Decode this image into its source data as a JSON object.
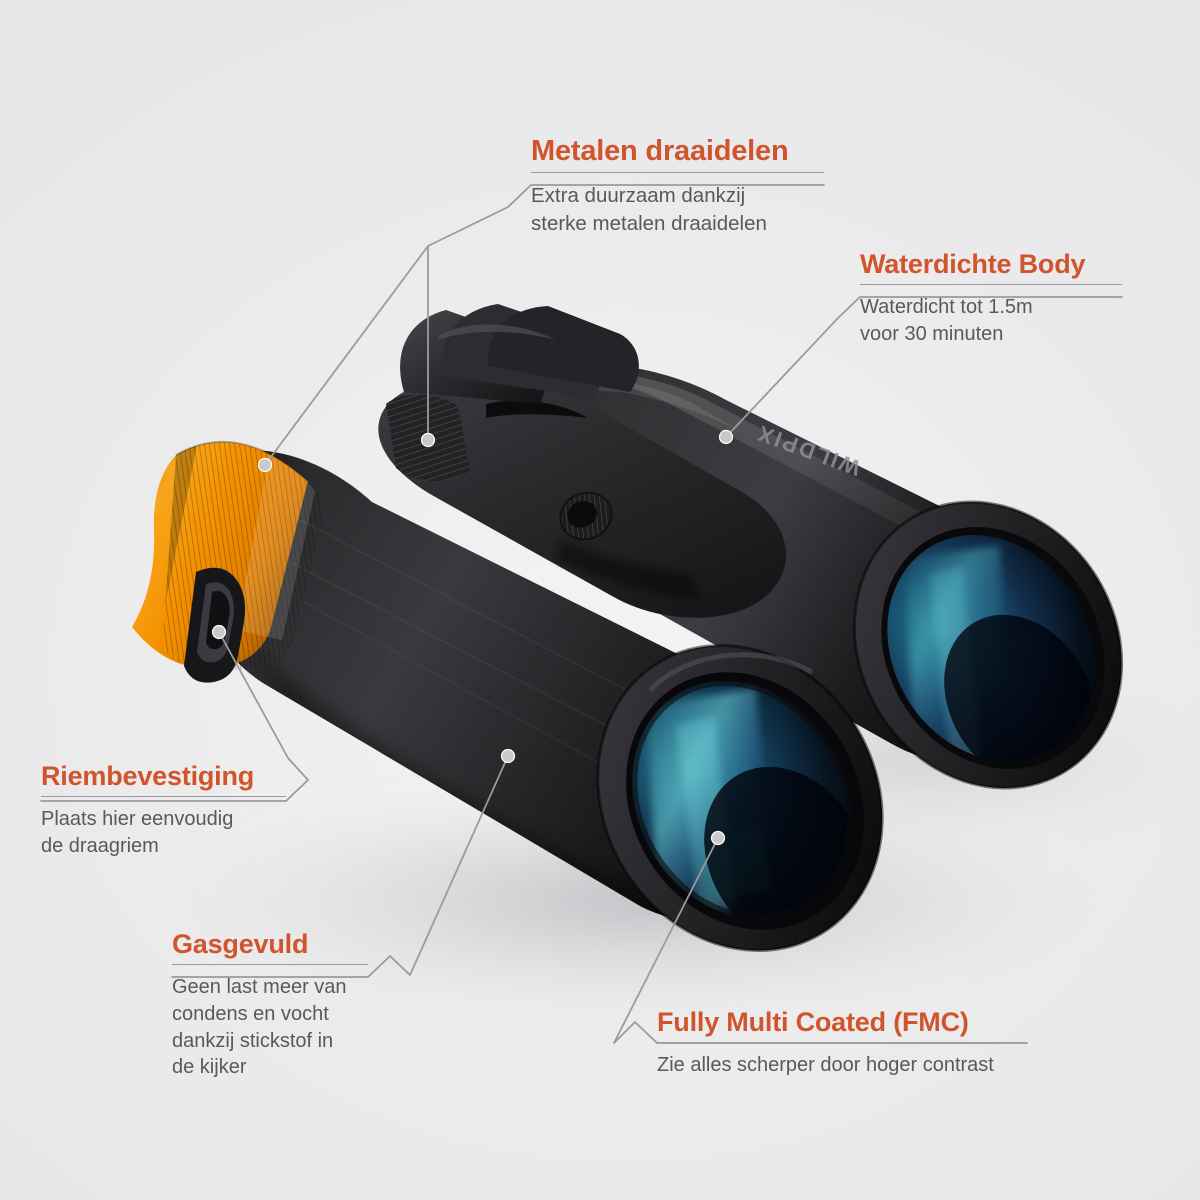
{
  "page": {
    "background_color": "#ededef",
    "accent_color": "#d1552c",
    "body_text_color": "#58595b",
    "leader_line_color": "#9b9b9b",
    "brand_logo_text": "WILDPIX",
    "product_colors": {
      "body_black": "#1b1b1d",
      "focus_ring_orange": "#f39200",
      "lens_coating_teal": "#1f6f78",
      "lens_coating_blue": "#1d3a6e"
    }
  },
  "callouts": [
    {
      "id": "metalen-draaidelen",
      "title": "Metalen draaidelen",
      "description": "Extra duurzaam dankzij\nsterke metalen draaidelen"
    },
    {
      "id": "waterdichte-body",
      "title": "Waterdichte Body",
      "description": "Waterdicht tot 1.5m\nvoor 30 minuten"
    },
    {
      "id": "riembevestiging",
      "title": "Riembevestiging",
      "description": "Plaats hier eenvoudig\nde draagriem"
    },
    {
      "id": "gasgevuld",
      "title": "Gasgevuld",
      "description": "Geen last meer van\ncondens en vocht\ndankzij stickstof in\nde kijker"
    },
    {
      "id": "fully-multi-coated",
      "title": "Fully Multi Coated (FMC)",
      "description": "Zie alles scherper door hoger contrast"
    }
  ]
}
